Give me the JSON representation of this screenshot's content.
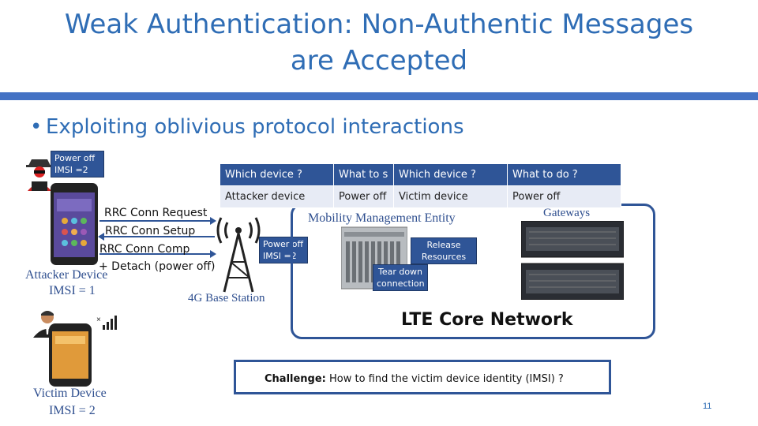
{
  "slide": {
    "title_line1": "Weak Authentication: Non-Authentic Messages",
    "title_line2": "are Accepted",
    "bullet": "Exploiting oblivious protocol interactions",
    "bullet_marker": "•",
    "page_number": "11"
  },
  "attacker_tag": {
    "line1": "Power off",
    "line2": "IMSI =2"
  },
  "base_tag": {
    "line1": "Power off",
    "line2": "IMSI =2"
  },
  "mme_tags": {
    "release_1": "Release",
    "release_2": "Resources",
    "teardown_1": "Tear down",
    "teardown_2": "connection"
  },
  "table_left": {
    "headers": [
      "Which device ?",
      "What to s"
    ],
    "values": [
      "Attacker device",
      "Power off"
    ]
  },
  "table_right": {
    "headers": [
      "Which device ?",
      "What to do ?"
    ],
    "values": [
      "Victim device",
      "Power off"
    ]
  },
  "steps": {
    "s1": "RRC Conn Request",
    "s2": "RRC Conn Setup",
    "s3": "RRC Conn Comp",
    "s4": "+ Detach (power off)"
  },
  "labels": {
    "attacker_device": "Attacker Device",
    "attacker_imsi": "IMSI = 1",
    "victim_device": "Victim Device",
    "victim_imsi": "IMSI = 2",
    "base_station": "4G Base Station",
    "mme": "Mobility Management Entity",
    "gateways": "Gateways",
    "core_network": "LTE Core Network"
  },
  "challenge": {
    "bold": "Challenge:",
    "text": " How to find the victim device identity (IMSI) ?"
  },
  "colors": {
    "accent": "#2f6db5",
    "tag_bg": "#2f5597",
    "bar": "#4472c4"
  }
}
